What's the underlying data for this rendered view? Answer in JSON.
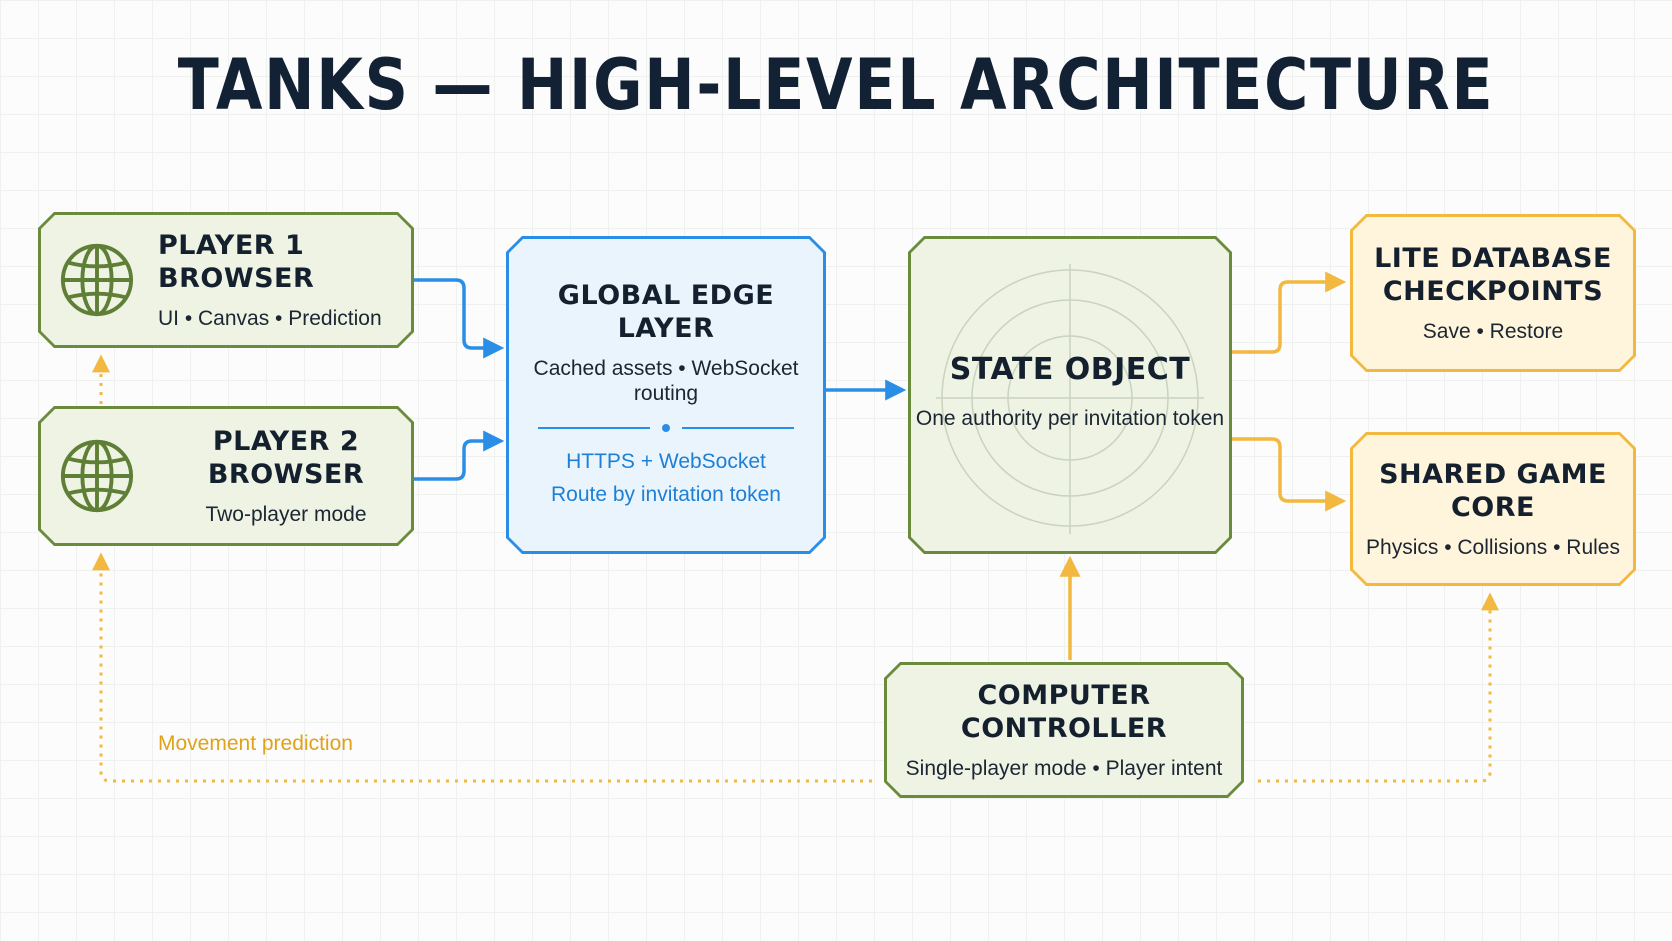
{
  "title": "TANKS — HIGH-LEVEL ARCHITECTURE",
  "player1": {
    "heading": "PLAYER 1 BROWSER",
    "sub": "UI • Canvas • Prediction"
  },
  "player2": {
    "heading": "PLAYER 2 BROWSER",
    "sub": "Two-player mode"
  },
  "edge": {
    "heading": "GLOBAL EDGE LAYER",
    "sub": "Cached assets • WebSocket routing",
    "protocol": "HTTPS + WebSocket",
    "routing": "Route by invitation token"
  },
  "state": {
    "heading": "STATE OBJECT",
    "sub": "One authority per invitation token"
  },
  "database": {
    "heading_line1": "LITE DATABASE",
    "heading_line2": "CHECKPOINTS",
    "sub": "Save • Restore"
  },
  "core": {
    "heading": "SHARED GAME CORE",
    "sub": "Physics • Collisions • Rules"
  },
  "computer": {
    "heading": "COMPUTER CONTROLLER",
    "sub": "Single-player mode • Player intent"
  },
  "movement_label": "Movement prediction",
  "colors": {
    "green": "#6a8a3c",
    "blue": "#2a8ee6",
    "yellow": "#f2b840",
    "title": "#122234"
  },
  "icons": {
    "browser": "globe-icon",
    "state": "crosshair-reticle"
  }
}
